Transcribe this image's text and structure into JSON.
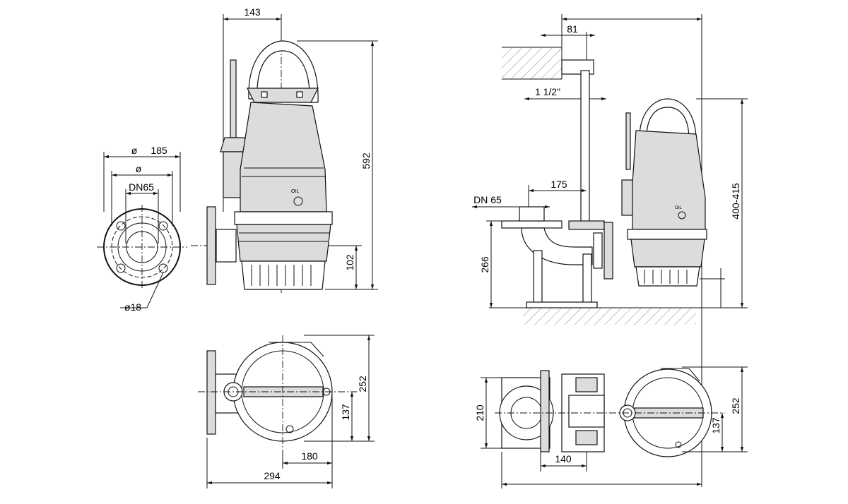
{
  "drawing": {
    "title": "",
    "side_view": {
      "height": "592",
      "width_to_axis": "143",
      "outlet_height": "102"
    },
    "flange": {
      "outer_diameter": "185",
      "bolt_circle_label": "ø",
      "nominal": "DN65",
      "bolt_hole": "ø18",
      "diameter_symbol": "ø"
    },
    "top_view_left": {
      "width": "294",
      "offset": "180",
      "depth": "252",
      "center": "137"
    },
    "installation_view": {
      "pipe_offset": "81",
      "pipe_size": "1 1/2\"",
      "outlet_distance": "175",
      "nominal": "DN 65",
      "base_height": "266",
      "pump_height": "400-415"
    },
    "top_view_right": {
      "flange_width": "210",
      "base_width": "140",
      "depth": "252",
      "center": "137"
    },
    "nameplate": {
      "oil_label": "OIL"
    }
  }
}
